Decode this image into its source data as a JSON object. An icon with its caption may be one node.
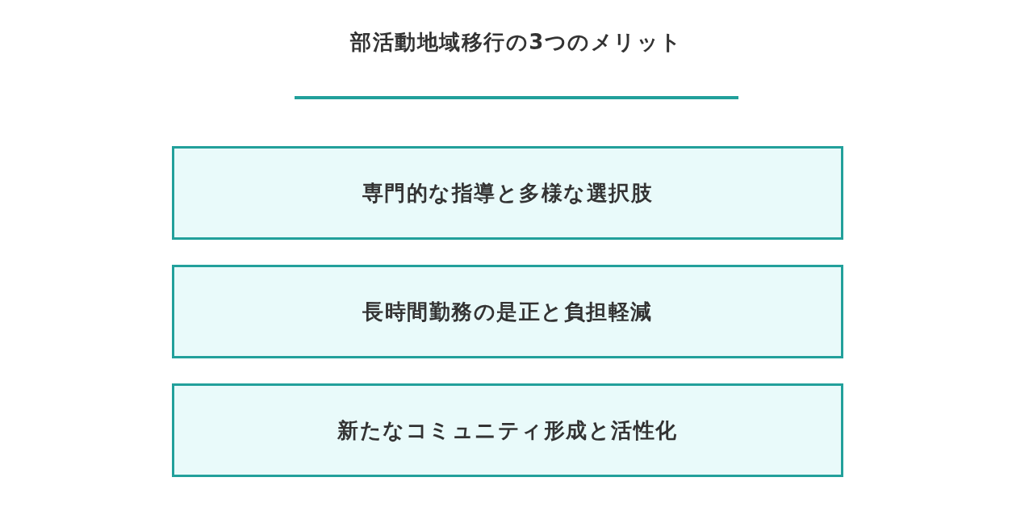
{
  "diagram": {
    "title": "部活動地域移行の3つのメリット",
    "nodes": [
      {
        "text": [
          "専門的な指導と多様な選択肢"
        ]
      },
      {
        "text": [
          "長時間勤務の是正と負担軽減"
        ]
      },
      {
        "text": [
          "新たなコミュニティ形成と活性化"
        ]
      }
    ]
  }
}
